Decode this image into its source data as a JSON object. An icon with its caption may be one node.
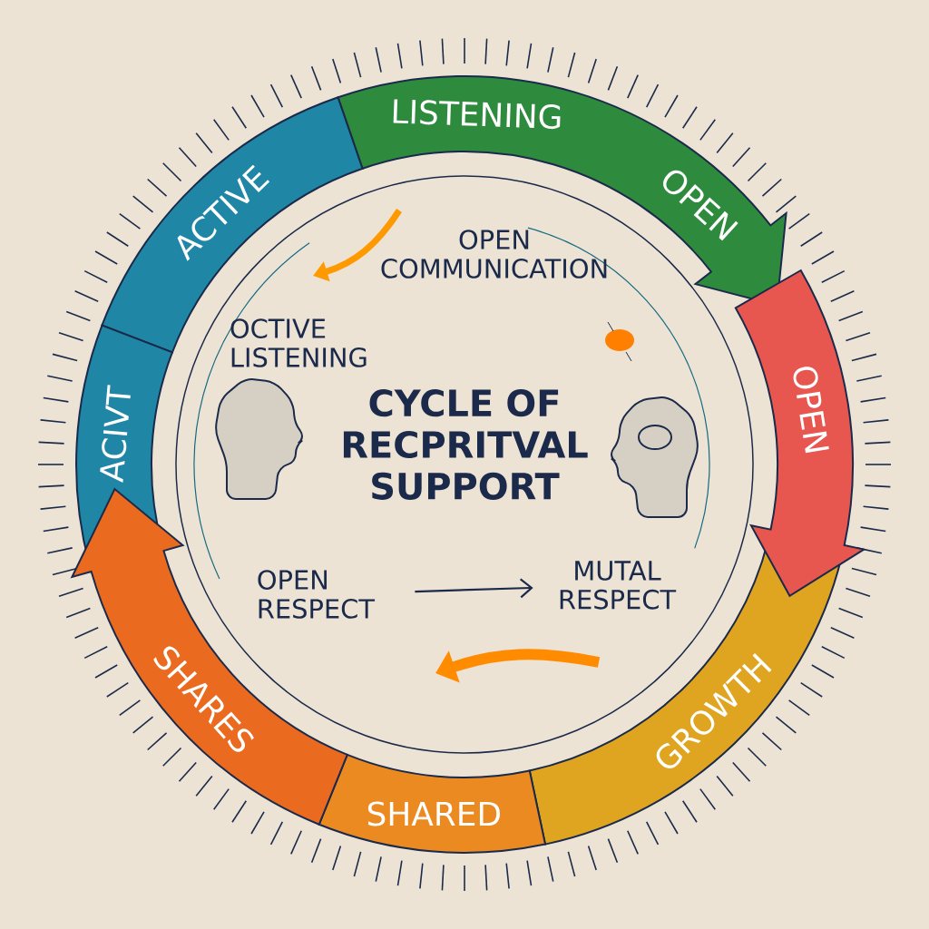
{
  "diagram": {
    "title": "CYCLE OF RECPRITVAL SUPPORT",
    "nodes": [
      {
        "text": [
          "ACTIVE"
        ]
      },
      {
        "text": [
          "LISTENING",
          "OPEN"
        ]
      },
      {
        "text": [
          "OPEN COMMUNICATION"
        ]
      },
      {
        "text": [
          "OCTIVE LISTENING"
        ]
      },
      {
        "text": [
          "ACIVT"
        ]
      },
      {
        "text": [
          "OPEN"
        ]
      },
      {
        "text": [
          "OPEN RESPECT"
        ]
      },
      {
        "text": [
          "MUTAL RESPECT"
        ]
      },
      {
        "text": [
          "SHARES"
        ]
      },
      {
        "text": [
          "GROWTH"
        ]
      },
      {
        "text": [
          "SHARED"
        ]
      }
    ],
    "edges": [
      {
        "from": 6,
        "to": 7,
        "arrow": "to"
      }
    ]
  }
}
